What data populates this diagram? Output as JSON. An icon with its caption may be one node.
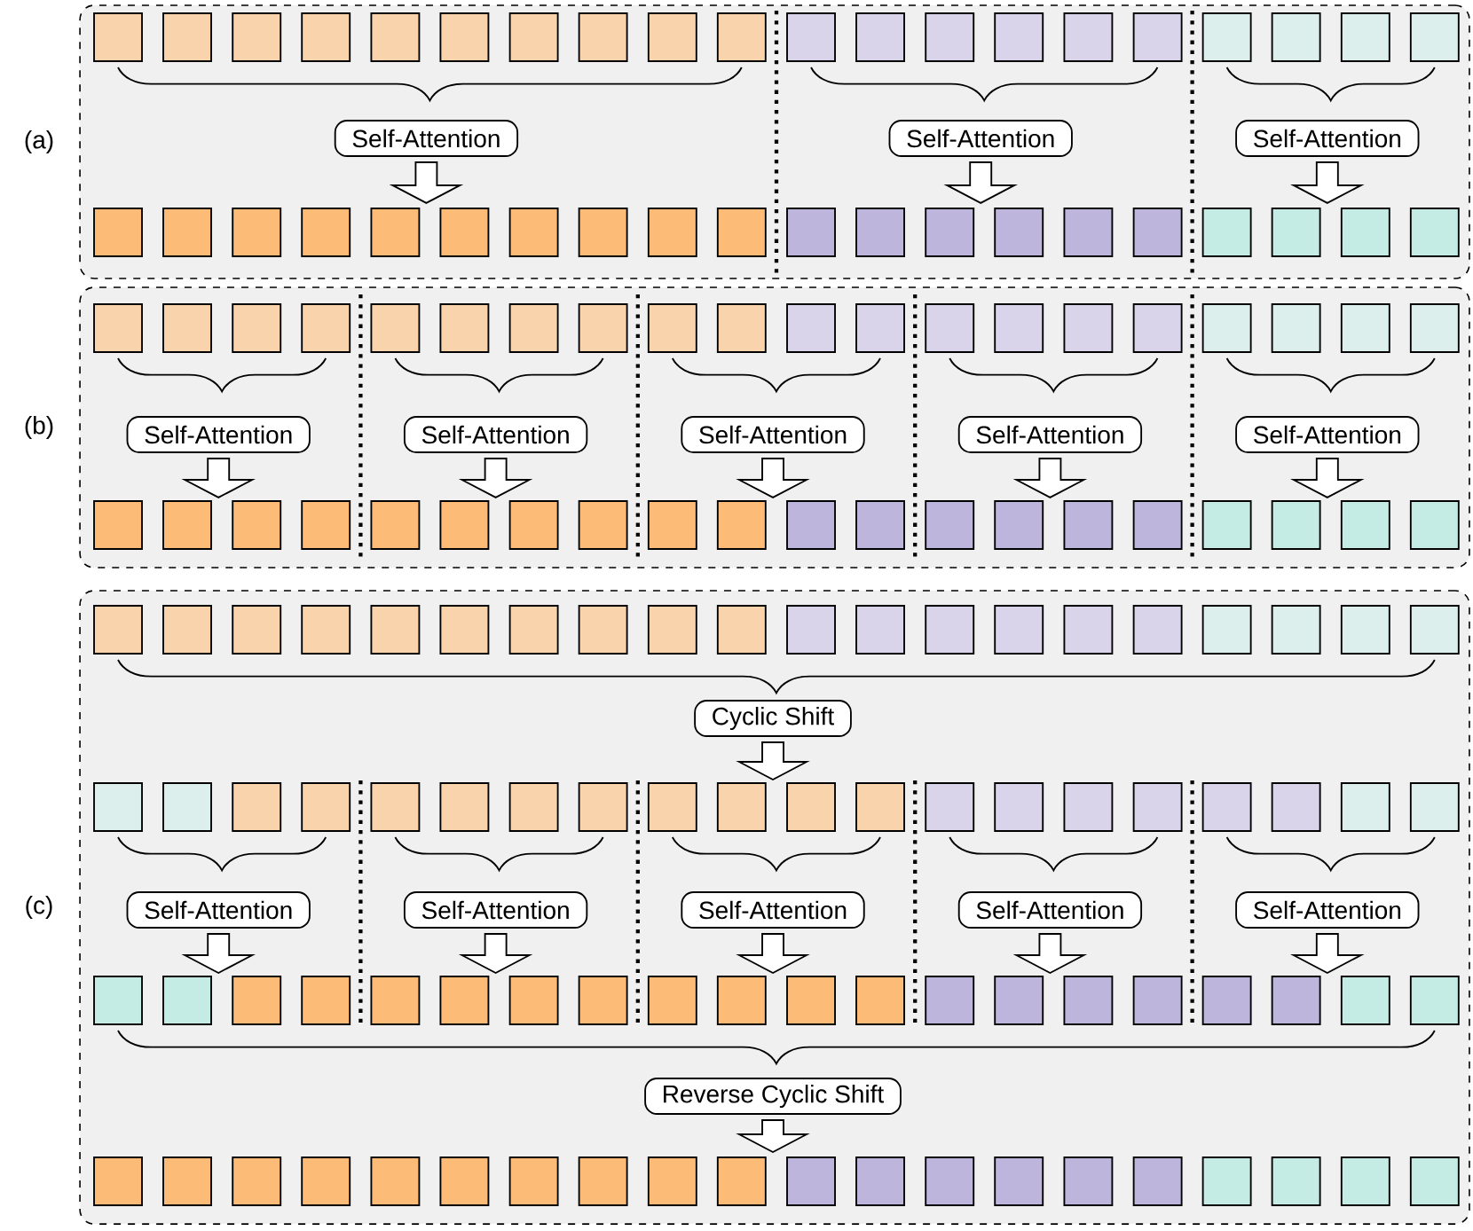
{
  "diagram": {
    "nodes": [
      {
        "text": [
          "(a)"
        ]
      },
      {
        "text": [
          "Self-Attention"
        ],
        "in": 0
      },
      {
        "text": [
          "Self-Attention"
        ],
        "in": 0
      },
      {
        "text": [
          "Self-Attention"
        ],
        "in": 0
      },
      {
        "text": [
          "(b)"
        ]
      },
      {
        "text": [
          "Self-Attention"
        ],
        "in": 4
      },
      {
        "text": [
          "Self-Attention"
        ],
        "in": 4
      },
      {
        "text": [
          "Self-Attention"
        ],
        "in": 4
      },
      {
        "text": [
          "Self-Attention"
        ],
        "in": 4
      },
      {
        "text": [
          "Self-Attention"
        ],
        "in": 4
      },
      {
        "text": [
          "(c)"
        ]
      },
      {
        "text": [
          "Cyclic Shift"
        ],
        "in": 10
      },
      {
        "text": [
          "Self-Attention"
        ],
        "in": 10
      },
      {
        "text": [
          "Self-Attention"
        ],
        "in": 10
      },
      {
        "text": [
          "Self-Attention"
        ],
        "in": 10
      },
      {
        "text": [
          "Self-Attention"
        ],
        "in": 10
      },
      {
        "text": [
          "Self-Attention"
        ],
        "in": 10
      },
      {
        "text": [
          "Reverse Cyclic Shift"
        ],
        "in": 10
      }
    ],
    "edges": [
      {
        "from": 1,
        "to": null,
        "arrow": "to"
      },
      {
        "from": 2,
        "to": null,
        "arrow": "to"
      },
      {
        "from": 3,
        "to": null,
        "arrow": "to"
      },
      {
        "from": 5,
        "to": null,
        "arrow": "to"
      },
      {
        "from": 6,
        "to": null,
        "arrow": "to"
      },
      {
        "from": 7,
        "to": null,
        "arrow": "to"
      },
      {
        "from": 8,
        "to": null,
        "arrow": "to"
      },
      {
        "from": 9,
        "to": null,
        "arrow": "to"
      },
      {
        "from": 11,
        "to": null,
        "arrow": "to"
      },
      {
        "from": 12,
        "to": null,
        "arrow": "to"
      },
      {
        "from": 13,
        "to": null,
        "arrow": "to"
      },
      {
        "from": 14,
        "to": null,
        "arrow": "to"
      },
      {
        "from": 15,
        "to": null,
        "arrow": "to"
      },
      {
        "from": 16,
        "to": null,
        "arrow": "to"
      },
      {
        "from": 17,
        "to": null,
        "arrow": "to"
      }
    ]
  }
}
